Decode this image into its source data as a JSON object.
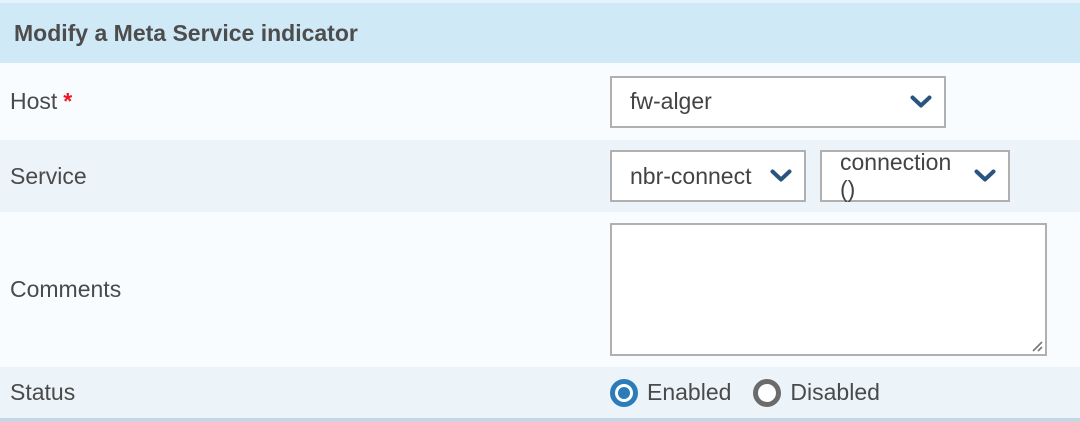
{
  "header": {
    "title": "Modify a Meta Service indicator"
  },
  "form": {
    "host": {
      "label": "Host",
      "required_marker": "*",
      "value": "fw-alger"
    },
    "service": {
      "label": "Service",
      "service_value": "nbr-connect",
      "metric_value": "connection ()"
    },
    "comments": {
      "label": "Comments",
      "value": ""
    },
    "status": {
      "label": "Status",
      "options": [
        {
          "label": "Enabled",
          "selected": true
        },
        {
          "label": "Disabled",
          "selected": false
        }
      ]
    }
  },
  "icons": {
    "select_chevron": "chevron-down-icon",
    "textarea_resize": "resize-handle-icon"
  },
  "colors": {
    "header_bg": "#d0e9f6",
    "row_light": "#f8fcff",
    "row_tint": "#ecf4fa",
    "bottom_border": "#c3d6e1",
    "required_red": "#ee1722",
    "chevron_blue": "#2a5480",
    "radio_selected_blue": "#2b7cb8",
    "radio_unselected_gray": "#6b6b6b",
    "text": "#4a4a4a"
  }
}
